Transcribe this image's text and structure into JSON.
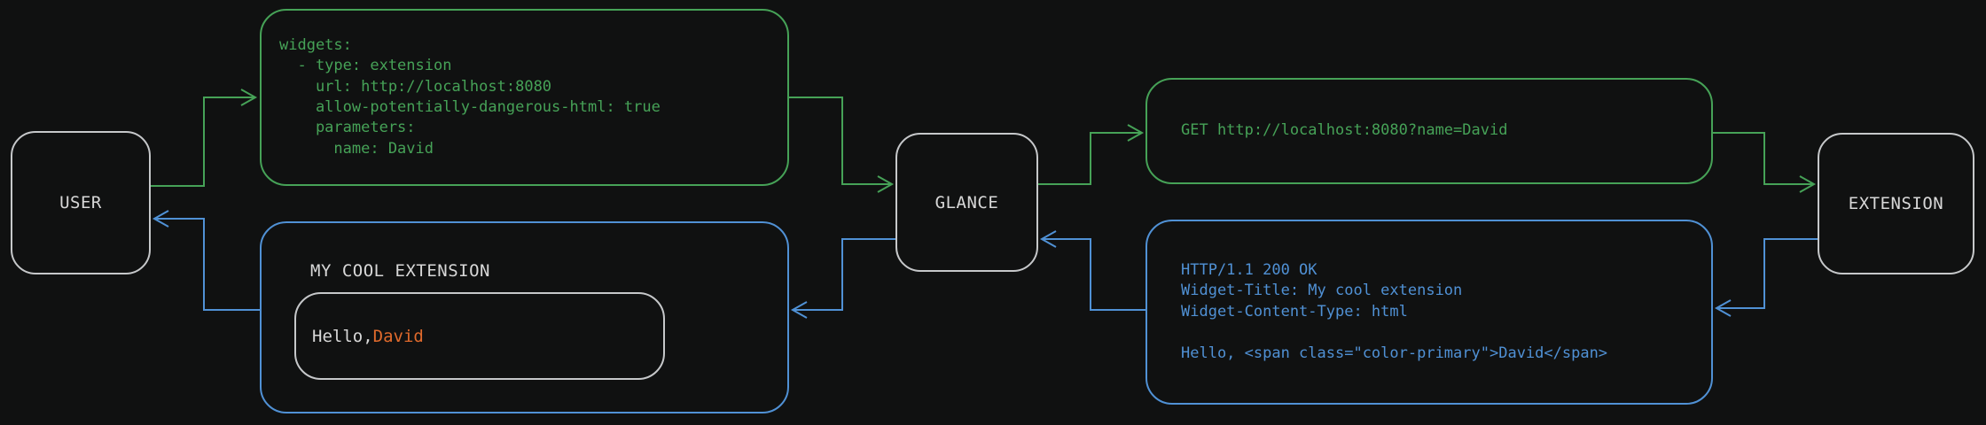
{
  "diagram": {
    "colors": {
      "green": "#46a257",
      "blue": "#5091d5",
      "orange": "#e06a2c",
      "neutral_border": "#c6c8ca",
      "text": "#d8d8d8",
      "background": "#101111"
    },
    "nodes": {
      "user": "USER",
      "glance": "GLANCE",
      "extension": "EXTENSION"
    },
    "config_box": {
      "lines": [
        "widgets:",
        "  - type: extension",
        "    url: http://localhost:8080",
        "    allow-potentially-dangerous-html: true",
        "    parameters:",
        "      name: David"
      ]
    },
    "request_box": {
      "lines": [
        "GET http://localhost:8080?name=David"
      ]
    },
    "response_box": {
      "lines": [
        "HTTP/1.1 200 OK",
        "Widget-Title: My cool extension",
        "Widget-Content-Type: html",
        "",
        "Hello, <span class=\"color-primary\">David</span>"
      ]
    },
    "widget_box": {
      "title": "MY COOL EXTENSION",
      "greeting_prefix": "Hello, ",
      "greeting_name": "David"
    }
  }
}
